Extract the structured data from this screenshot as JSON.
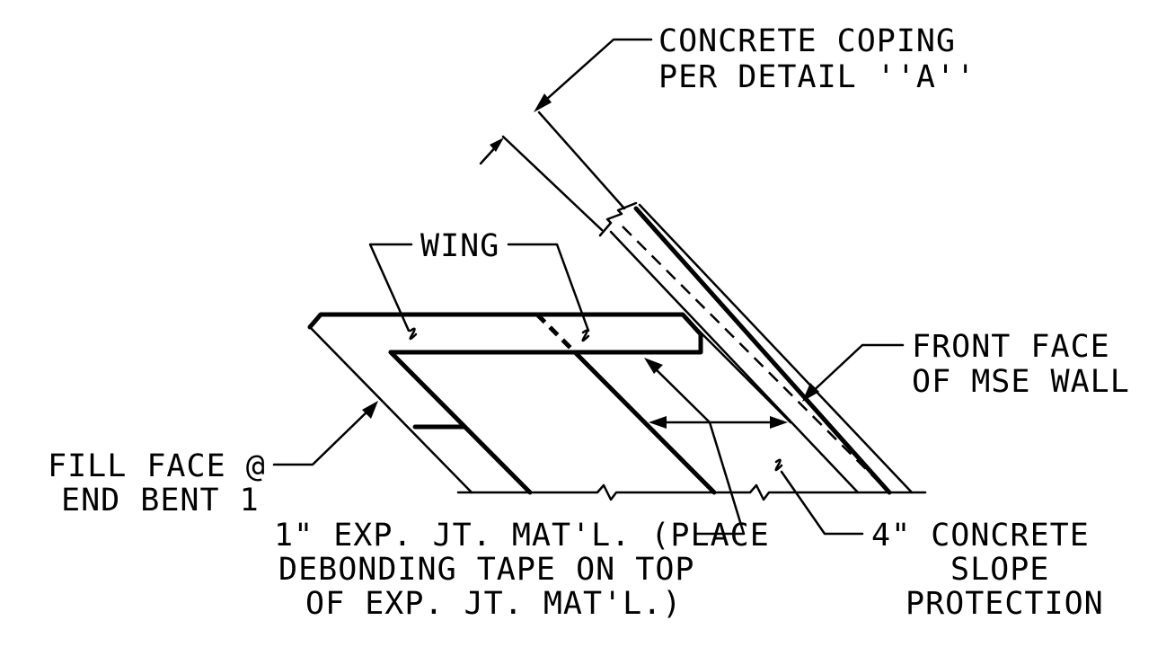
{
  "labels": {
    "coping_line1": "CONCRETE COPING",
    "coping_line2": "PER DETAIL ''A''",
    "wing": "WING",
    "front_face_line1": "FRONT FACE",
    "front_face_line2": "OF MSE WALL",
    "fill_face_line1": "FILL FACE @",
    "fill_face_line2": "END BENT 1",
    "exp_jt_line1": "1\" EXP. JT. MAT'L. (PLACE",
    "exp_jt_line2": "DEBONDING TAPE ON TOP",
    "exp_jt_line3": "OF EXP. JT. MAT'L.)",
    "slope_line1": "4\" CONCRETE",
    "slope_line2": "SLOPE",
    "slope_line3": "PROTECTION"
  }
}
